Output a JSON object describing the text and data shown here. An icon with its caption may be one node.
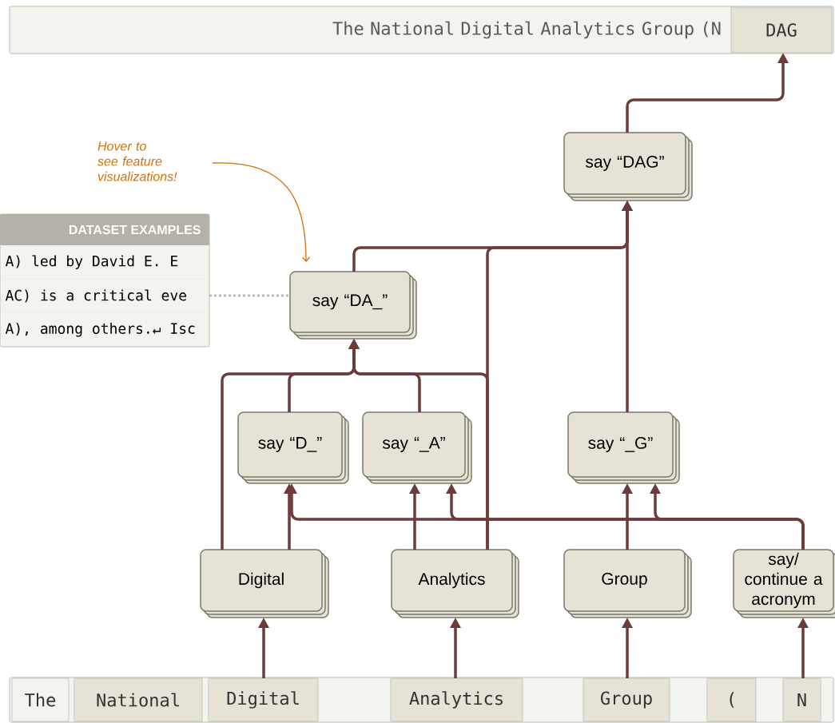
{
  "diagram": {
    "nodes": [
      {
        "text": [
          "The National Digital Analytics Group (N"
        ]
      },
      {
        "text": [
          "DAG"
        ],
        "in": 0
      },
      {
        "text": [
          "say “DAG”"
        ]
      },
      {
        "text": [
          "Hover to see feature visualizations!"
        ]
      },
      {
        "text": [
          "DATASET EXAMPLES",
          "A) led by David E. E",
          "AC) is a critical eve",
          "A), among others.↵ Isc"
        ]
      },
      {
        "text": [
          "say “DA_”"
        ]
      },
      {
        "text": [
          "say “D_”"
        ]
      },
      {
        "text": [
          "say “_A”"
        ]
      },
      {
        "text": [
          "say “_G”"
        ]
      },
      {
        "text": [
          "Digital"
        ]
      },
      {
        "text": [
          "Analytics"
        ]
      },
      {
        "text": [
          "Group"
        ]
      },
      {
        "text": [
          "say/ continue a acronym"
        ]
      },
      {
        "text": [],
        "shape": "box"
      },
      {
        "text": [
          "The"
        ],
        "in": 13
      },
      {
        "text": [
          "National"
        ],
        "in": 13
      },
      {
        "text": [
          "Digital"
        ],
        "in": 13
      },
      {
        "text": [
          "Analytics"
        ],
        "in": 13
      },
      {
        "text": [
          "Group"
        ],
        "in": 13
      },
      {
        "text": [
          "("
        ],
        "in": 13
      },
      {
        "text": [
          "N"
        ],
        "in": 13
      }
    ],
    "edges": [
      {
        "from": 16,
        "to": 9,
        "arrow": "to"
      },
      {
        "from": 17,
        "to": 10,
        "arrow": "to"
      },
      {
        "from": 18,
        "to": 11,
        "arrow": "to"
      },
      {
        "from": 20,
        "to": 12,
        "arrow": "to"
      },
      {
        "from": 9,
        "to": 6,
        "arrow": "to"
      },
      {
        "from": 9,
        "to": 5,
        "arrow": "to"
      },
      {
        "from": 10,
        "to": 7,
        "arrow": "to"
      },
      {
        "from": 10,
        "to": 5,
        "arrow": "to"
      },
      {
        "from": 10,
        "to": 2,
        "arrow": "to"
      },
      {
        "from": 6,
        "to": 5,
        "arrow": "to"
      },
      {
        "from": 7,
        "to": 5,
        "arrow": "to"
      },
      {
        "from": 5,
        "to": 2,
        "arrow": "to"
      },
      {
        "from": 8,
        "to": 2,
        "arrow": "to"
      },
      {
        "from": 11,
        "to": 8,
        "arrow": "to"
      },
      {
        "from": 12,
        "to": 8,
        "arrow": "to"
      },
      {
        "from": 12,
        "to": 7,
        "arrow": "to"
      },
      {
        "from": 12,
        "to": 6,
        "arrow": "to"
      },
      {
        "from": 2,
        "to": 1,
        "arrow": "to"
      },
      {
        "from": 3,
        "to": 5,
        "arrow": "to",
        "color": "#d4700a"
      },
      {
        "from": 4,
        "to": 5,
        "arrow": "none",
        "style": "dashed",
        "color": "#bcbab2"
      }
    ]
  }
}
